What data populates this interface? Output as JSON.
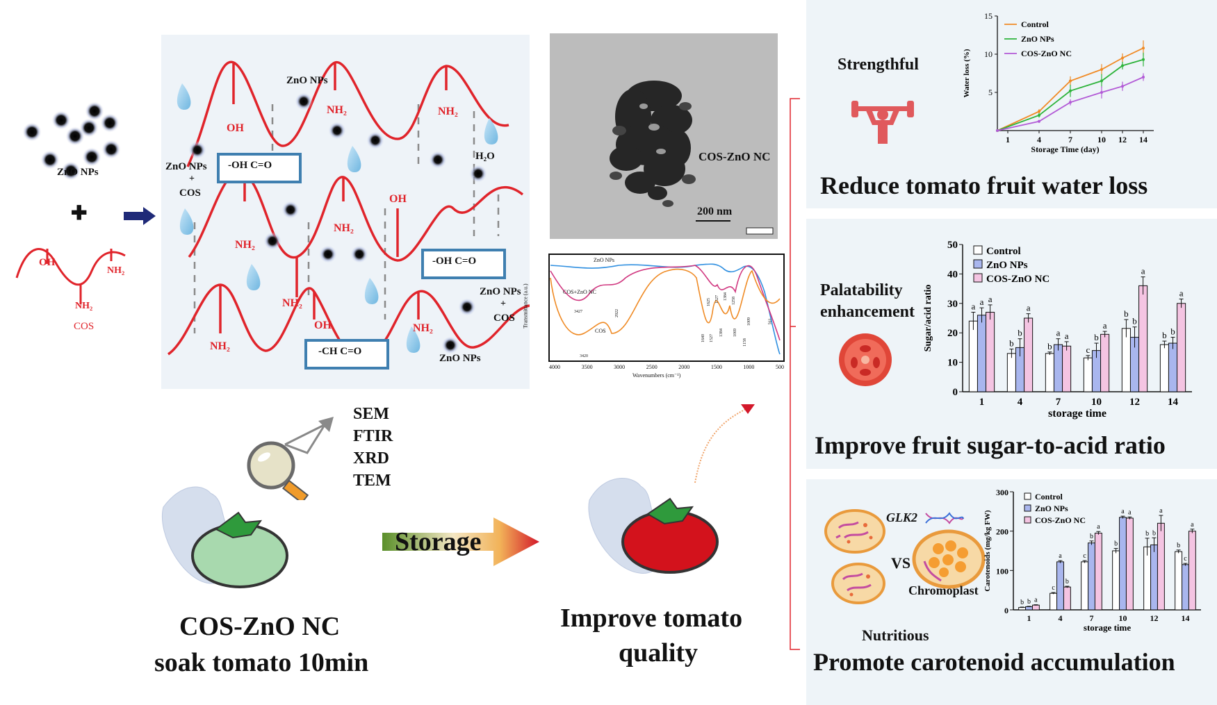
{
  "left": {
    "zno_label": "ZnO NPs",
    "oh": "OH",
    "nh2": "NH₂",
    "cos": "COS",
    "plus": "✚"
  },
  "scheme": {
    "zno_top": "ZnO NPs",
    "oh1": "OH",
    "nh2_1": "NH₂",
    "nh2_2": "NH₂",
    "zno_plus_cos_l1": "ZnO NPs",
    "zno_plus_cos_l2": "+",
    "zno_plus_cos_l3": "COS",
    "box1": "-OH C=O",
    "h2o": "H₂O",
    "nh2_3": "NH₂",
    "nh2_4": "NH₂",
    "oh2": "OH",
    "box2": "-OH C=O",
    "nh2_5": "NH₂",
    "oh3": "OH",
    "nh2_6": "NH₂",
    "nh2_7": "NH₂",
    "box3": "-CH C=O",
    "zno_plus_cos_r1": "ZnO NPs",
    "zno_plus_cos_r2": "+",
    "zno_plus_cos_r3": "COS",
    "zno_bottom": "ZnO NPs"
  },
  "tem": {
    "label": "COS-ZnO NC",
    "scale": "200 nm"
  },
  "ftir": {
    "ylabel": "Transmittance (a.u.)",
    "xlabel": "Wavenumbers (cm⁻¹)",
    "xticks": [
      "4000",
      "3500",
      "3000",
      "2500",
      "2000",
      "1500",
      "1000",
      "500"
    ],
    "series_labels": [
      "ZnO NPs",
      "COS+ZnO NC",
      "COS"
    ],
    "peak_labels": [
      "3427",
      "2922",
      "3420",
      "1625",
      "1527",
      "1384",
      "1258",
      "1158",
      "1069",
      "1384",
      "1640",
      "1527",
      "1009",
      "561"
    ]
  },
  "methods": [
    "SEM",
    "FTIR",
    "XRD",
    "TEM"
  ],
  "storage": "Storage",
  "bottom_left_l1": "COS-ZnO NC",
  "bottom_left_l2": "soak tomato 10min",
  "improve_l1": "Improve tomato",
  "improve_l2": "quality",
  "panel1": {
    "side": "Strengthful",
    "title": "Reduce tomato fruit water loss"
  },
  "panel2": {
    "side_l1": "Palatability",
    "side_l2": "enhancement",
    "title": "Improve fruit sugar-to-acid ratio"
  },
  "panel3": {
    "gene": "GLK2",
    "vs": "VS",
    "chromoplast": "Chromoplast",
    "nutritious": "Nutritious",
    "title": "Promote carotenoid accumulation"
  },
  "chart_data": [
    {
      "type": "line",
      "xlabel": "Storage Time (day)",
      "ylabel": "Water loss (%)",
      "ylim": [
        0,
        15
      ],
      "yticks": [
        5,
        10,
        15
      ],
      "x": [
        0,
        4,
        7,
        10,
        12,
        14
      ],
      "xticks": [
        1,
        4,
        7,
        10,
        12,
        14
      ],
      "legend": "top-left",
      "series": [
        {
          "name": "Control",
          "color": "#f08a24",
          "values": [
            0,
            2.5,
            6.5,
            8.0,
            9.5,
            10.8
          ],
          "err": [
            0,
            0.3,
            0.6,
            0.7,
            0.6,
            1.0
          ]
        },
        {
          "name": "ZnO NPs",
          "color": "#2db33a",
          "values": [
            0,
            2.0,
            5.2,
            6.5,
            8.5,
            9.3
          ],
          "err": [
            0,
            0.3,
            0.8,
            0.9,
            0.5,
            0.9
          ]
        },
        {
          "name": "COS-ZnO NC",
          "color": "#b25ad6",
          "values": [
            0,
            1.2,
            3.7,
            5.0,
            5.8,
            7.0
          ],
          "err": [
            0,
            0.2,
            0.4,
            0.8,
            0.6,
            0.5
          ]
        }
      ]
    },
    {
      "type": "bar",
      "xlabel": "storage time",
      "ylabel": "Sugar/acid ratio",
      "ylim": [
        0,
        50
      ],
      "yticks": [
        0,
        10,
        20,
        30,
        40,
        50
      ],
      "categories": [
        "1",
        "4",
        "7",
        "10",
        "12",
        "14"
      ],
      "legend": "top-left",
      "series": [
        {
          "name": "Control",
          "color": "#ffffff",
          "values": [
            24,
            13,
            13,
            11.5,
            21.5,
            16
          ],
          "err": [
            3,
            1.5,
            0.5,
            0.8,
            3,
            1.2
          ],
          "letters": [
            "a",
            "b",
            "b",
            "c",
            "b",
            "b"
          ]
        },
        {
          "name": "ZnO NPs",
          "color": "#a9b6ee",
          "values": [
            26,
            15,
            16,
            14,
            18.5,
            16.5
          ],
          "err": [
            2.5,
            3,
            2,
            2.5,
            3.5,
            2
          ],
          "letters": [
            "a",
            "b",
            "a",
            "b",
            "b",
            "b"
          ]
        },
        {
          "name": "COS-ZnO NC",
          "color": "#f4c4e2",
          "values": [
            27,
            25,
            15.5,
            19.5,
            36,
            30
          ],
          "err": [
            2.5,
            1.5,
            1.5,
            1,
            3,
            1.5
          ],
          "letters": [
            "a",
            "a",
            "a",
            "a",
            "a",
            "a"
          ]
        }
      ]
    },
    {
      "type": "bar",
      "xlabel": "storage time",
      "ylabel": "Carotenoids (mg/kg FW)",
      "ylim": [
        0,
        300
      ],
      "yticks": [
        0,
        100,
        200,
        300
      ],
      "categories": [
        "1",
        "4",
        "7",
        "10",
        "12",
        "14"
      ],
      "legend": "top-left",
      "series": [
        {
          "name": "Control",
          "color": "#ffffff",
          "values": [
            6,
            42,
            122,
            150,
            160,
            148
          ],
          "err": [
            1,
            2,
            3,
            6,
            22,
            4
          ],
          "letters": [
            "b",
            "c",
            "c",
            "b",
            "b",
            "b"
          ]
        },
        {
          "name": "ZnO NPs",
          "color": "#a9b6ee",
          "values": [
            8,
            122,
            170,
            235,
            165,
            115
          ],
          "err": [
            1,
            3,
            5,
            3,
            18,
            3
          ],
          "letters": [
            "b",
            "a",
            "b",
            "a",
            "b",
            "c"
          ]
        },
        {
          "name": "COS-ZnO NC",
          "color": "#f4c4e2",
          "values": [
            12,
            58,
            195,
            233,
            220,
            200
          ],
          "err": [
            1,
            2,
            4,
            3,
            20,
            5
          ],
          "letters": [
            "a",
            "b",
            "a",
            "a",
            "a",
            "a"
          ]
        }
      ]
    }
  ]
}
